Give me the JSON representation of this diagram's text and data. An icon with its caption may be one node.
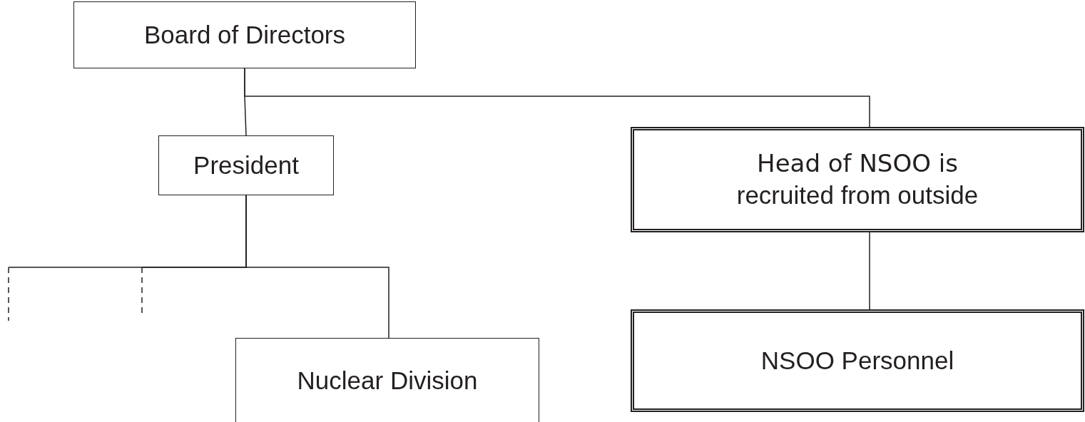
{
  "diagram": {
    "nodes": [
      {
        "text": [
          "Board of Directors"
        ]
      },
      {
        "text": [
          "President"
        ]
      },
      {
        "text": [
          "Head of NSOO is",
          "recruited from outside"
        ]
      },
      {
        "text": [
          "Nuclear Division"
        ]
      },
      {
        "text": [
          "NSOO Personnel"
        ]
      }
    ],
    "edges": [
      {
        "from": 0,
        "to": 1,
        "arrow": "none"
      },
      {
        "from": 0,
        "to": 2,
        "arrow": "none"
      },
      {
        "from": 1,
        "to": 3,
        "arrow": "none"
      },
      {
        "from": 1,
        "to": null,
        "arrow": "none",
        "style": "dashed"
      },
      {
        "from": 1,
        "to": null,
        "arrow": "none",
        "style": "dashed"
      },
      {
        "from": 2,
        "to": 4,
        "arrow": "none"
      }
    ]
  }
}
